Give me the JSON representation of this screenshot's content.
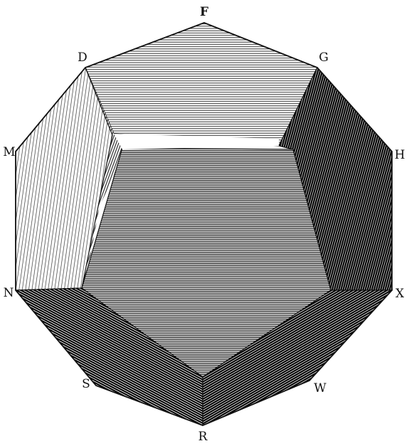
{
  "figure": {
    "vertex_labels": {
      "F": "F",
      "D": "D",
      "G": "G",
      "M": "M",
      "H": "H",
      "N": "N",
      "X": "X",
      "S": "S",
      "W": "W",
      "R": "R"
    },
    "colors": {
      "ink": "#111111",
      "paper": "#ffffff"
    }
  }
}
